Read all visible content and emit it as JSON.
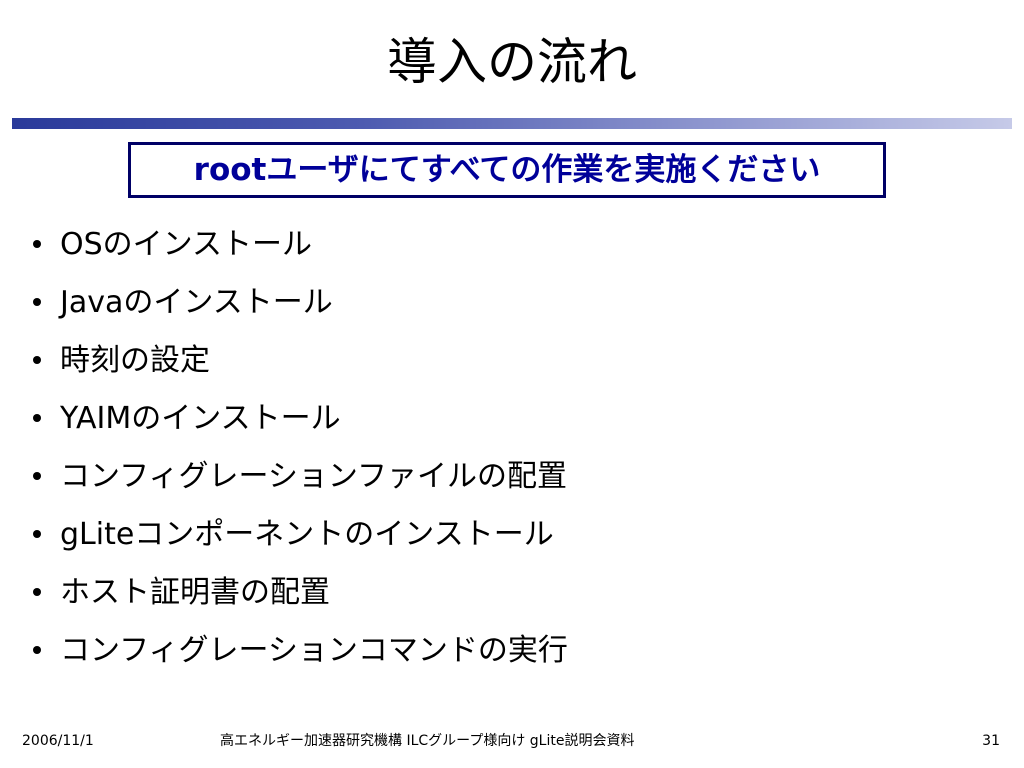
{
  "slide": {
    "title": "導入の流れ",
    "callout": "rootユーザにてすべての作業を実施ください",
    "bullets": [
      "OSのインストール",
      "Javaのインストール",
      "時刻の設定",
      "YAIMのインストール",
      "コンフィグレーションファイルの配置",
      "gLiteコンポーネントのインストール",
      "ホスト証明書の配置",
      "コンフィグレーションコマンドの実行"
    ]
  },
  "footer": {
    "date": "2006/11/1",
    "center": "高エネルギー加速器研究機構 ILCグループ様向け gLite説明会資料",
    "page_number": "31"
  },
  "colors": {
    "callout_text": "#000099",
    "callout_border": "#000066",
    "title_rule_start": "#2a3a9a",
    "title_rule_end": "#c6cae8"
  }
}
